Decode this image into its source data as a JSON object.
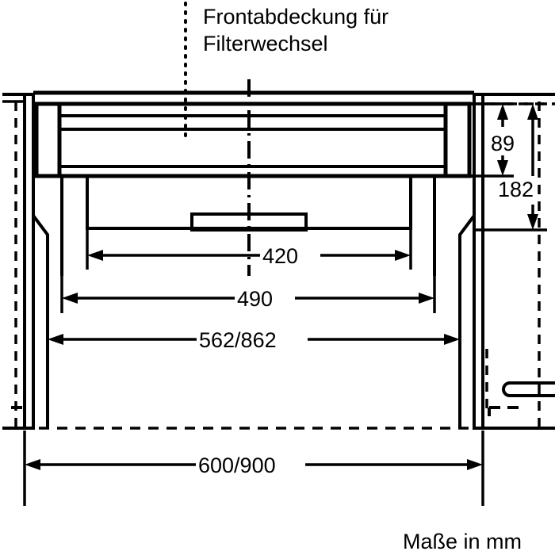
{
  "drawing": {
    "title_label": "Frontabdeckung für",
    "title_label_line2": "Filterwechsel",
    "units_note": "Maße in mm",
    "colors": {
      "line": "#000000",
      "background": "#ffffff"
    },
    "dimensions": {
      "horizontal": [
        {
          "id": "dim-420",
          "value": "420"
        },
        {
          "id": "dim-490",
          "value": "490"
        },
        {
          "id": "dim-562-862",
          "value": "562/862"
        },
        {
          "id": "dim-600-900",
          "value": "600/900"
        }
      ],
      "vertical": [
        {
          "id": "dim-89",
          "value": "89"
        },
        {
          "id": "dim-182",
          "value": "182"
        }
      ]
    }
  }
}
